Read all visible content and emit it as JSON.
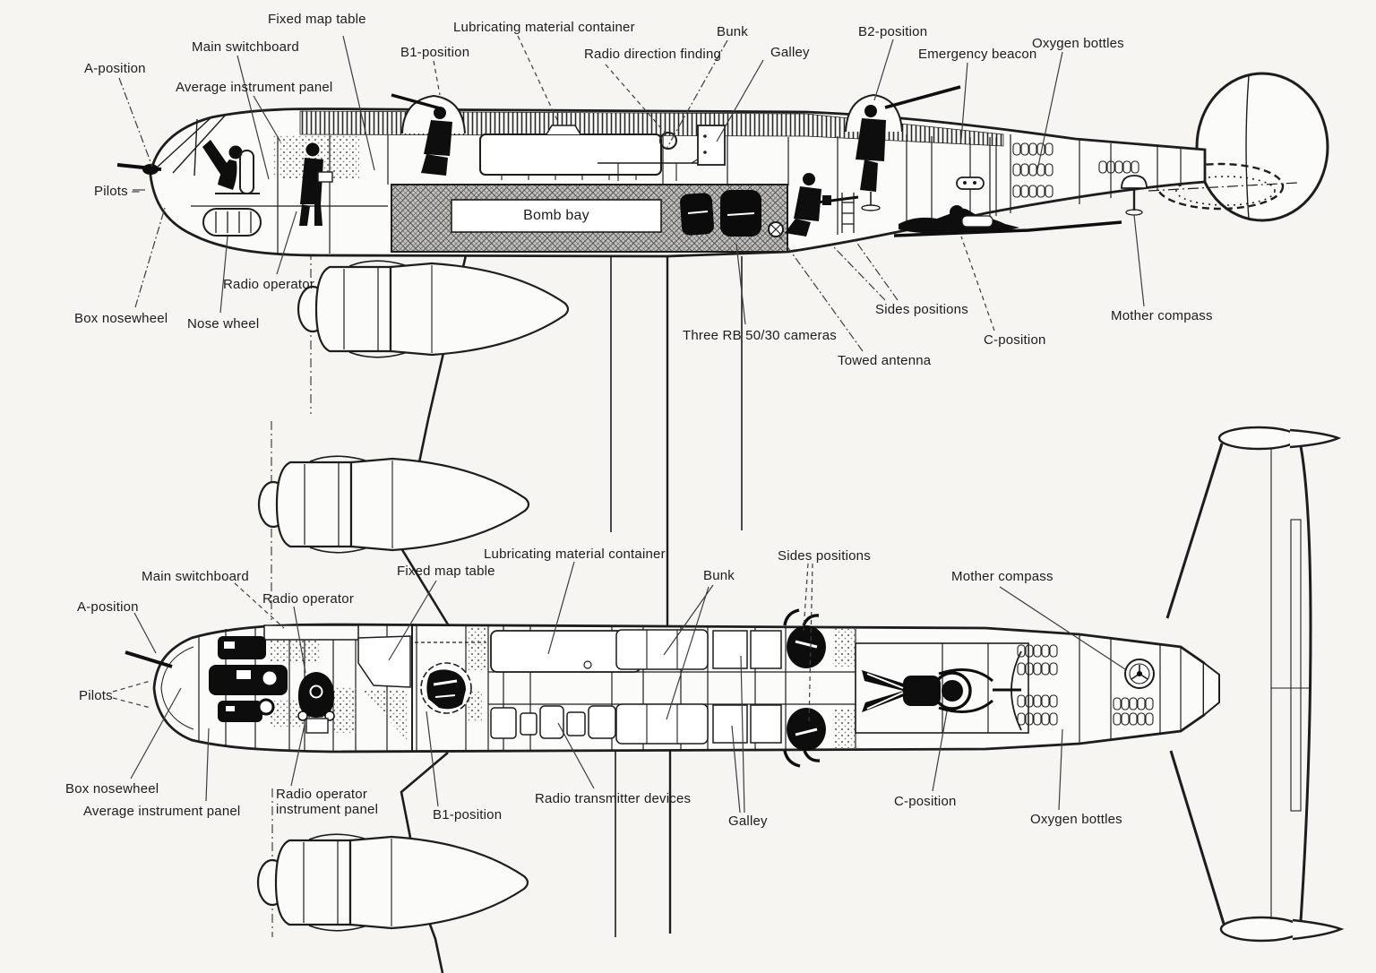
{
  "diagram": {
    "subject": "Bomber aircraft crew and equipment cutaway",
    "views": {
      "top": "Side elevation cutaway",
      "bottom": "Plan view cutaway"
    }
  },
  "side_view": {
    "labels": {
      "fixed_map_table": "Fixed map table",
      "main_switchboard": "Main switchboard",
      "a_position": "A-position",
      "average_instrument_panel": "Average instrument panel",
      "b1_position": "B1-position",
      "lubricating_material_container": "Lubricating material container",
      "radio_direction_finding": "Radio direction finding",
      "bunk": "Bunk",
      "galley": "Galley",
      "b2_position": "B2-position",
      "emergency_beacon": "Emergency beacon",
      "oxygen_bottles": "Oxygen bottles",
      "pilots": "Pilots  –",
      "radio_operator": "Radio operator",
      "box_nosewheel": "Box nosewheel",
      "nose_wheel": "Nose wheel",
      "bomb_bay": "Bomb bay",
      "three_cameras": "Three RB 50/30  cameras",
      "towed_antenna": "Towed antenna",
      "sides_positions": "Sides positions",
      "c_position": "C-position",
      "mother_compass": "Mother compass"
    }
  },
  "plan_view": {
    "labels": {
      "main_switchboard": "Main switchboard",
      "a_position": "A-position",
      "radio_operator": "Radio operator",
      "fixed_map_table": "Fixed map table",
      "lubricating_material_container": "Lubricating material container",
      "bunk": "Bunk",
      "sides_positions": "Sides positions",
      "mother_compass": "Mother compass",
      "pilots": "Pilots",
      "box_nosewheel": "Box nosewheel",
      "average_instrument_panel": "Average instrument panel",
      "radio_operator_instrument_panel": "Radio operator\ninstrument panel",
      "b1_position": "B1-position",
      "radio_transmitter_devices": "Radio transmitter devices",
      "galley": "Galley",
      "c_position": "C-position",
      "oxygen_bottles": "Oxygen bottles"
    }
  }
}
